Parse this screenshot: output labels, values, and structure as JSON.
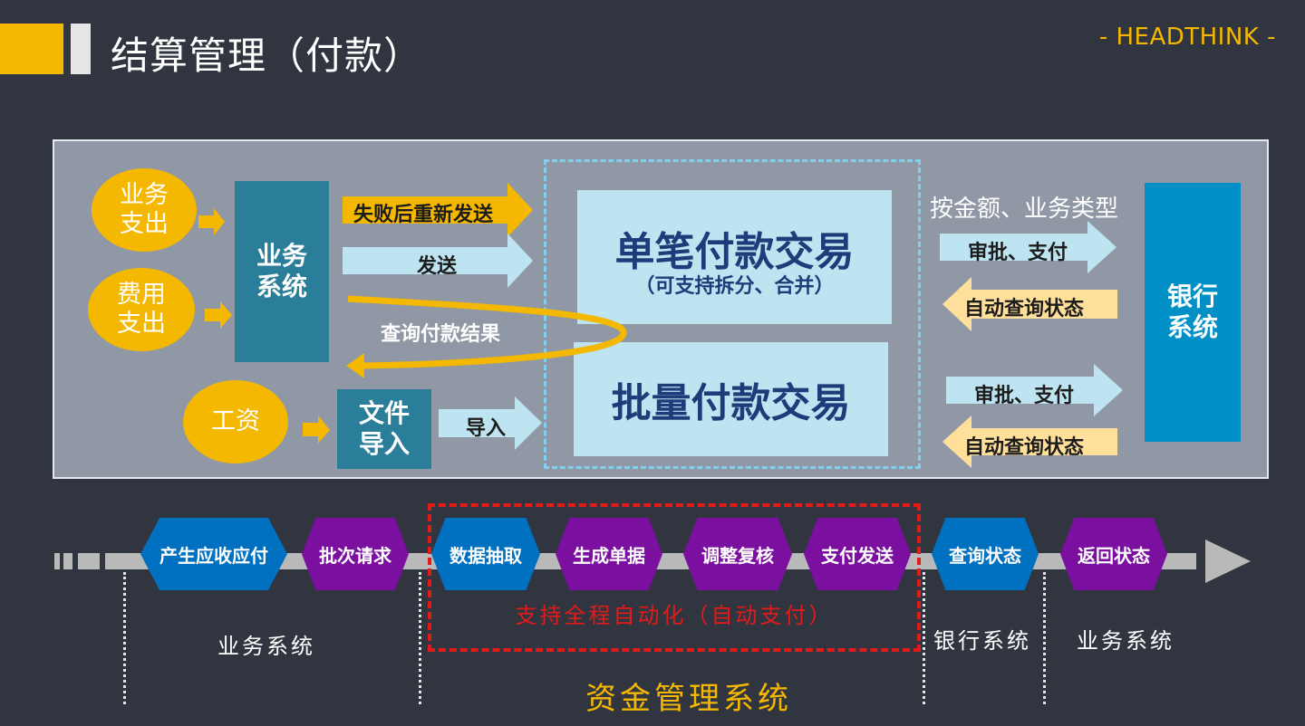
{
  "header": {
    "title": "结算管理（付款）",
    "brand": "- HEADTHINK -"
  },
  "diagram": {
    "sources": {
      "business_expense": "业务\n支出",
      "fee_expense": "费用\n支出",
      "salary": "工资"
    },
    "business_system": "业务\n系统",
    "file_import": "文件\n导入",
    "arrows": {
      "resend": "失败后重新发送",
      "send": "发送",
      "query_result": "查询付款结果",
      "import": "导入",
      "approve_pay_1": "审批、支付",
      "auto_query_1": "自动查询状态",
      "approve_pay_2": "审批、支付",
      "auto_query_2": "自动查询状态"
    },
    "single_payment": {
      "title": "单笔付款交易",
      "subtitle": "（可支持拆分、合并）"
    },
    "batch_payment": {
      "title": "批量付款交易"
    },
    "routing_note": "按金额、业务类型",
    "bank_system": "银行\n系统"
  },
  "flow": {
    "steps": [
      {
        "label": "产生应收应付",
        "color": "blue"
      },
      {
        "label": "批次请求",
        "color": "purple"
      },
      {
        "label": "数据抽取",
        "color": "blue"
      },
      {
        "label": "生成单据",
        "color": "purple"
      },
      {
        "label": "调整复核",
        "color": "purple"
      },
      {
        "label": "支付发送",
        "color": "purple"
      },
      {
        "label": "查询状态",
        "color": "blue"
      },
      {
        "label": "返回状态",
        "color": "purple"
      }
    ],
    "automation_note": "支持全程自动化（自动支付）",
    "regions": {
      "business_left": "业务系统",
      "bank": "银行系统",
      "business_right": "业务系统",
      "fund_system": "资金管理系统"
    }
  },
  "colors": {
    "background": "#31353f",
    "accent": "#f5b800",
    "teal": "#2b7e99",
    "bank_blue": "#0090c6",
    "light_blue": "#bde4f0",
    "step_blue": "#0070c0",
    "step_purple": "#7b0fa0",
    "alert_red": "#e31a1a"
  }
}
